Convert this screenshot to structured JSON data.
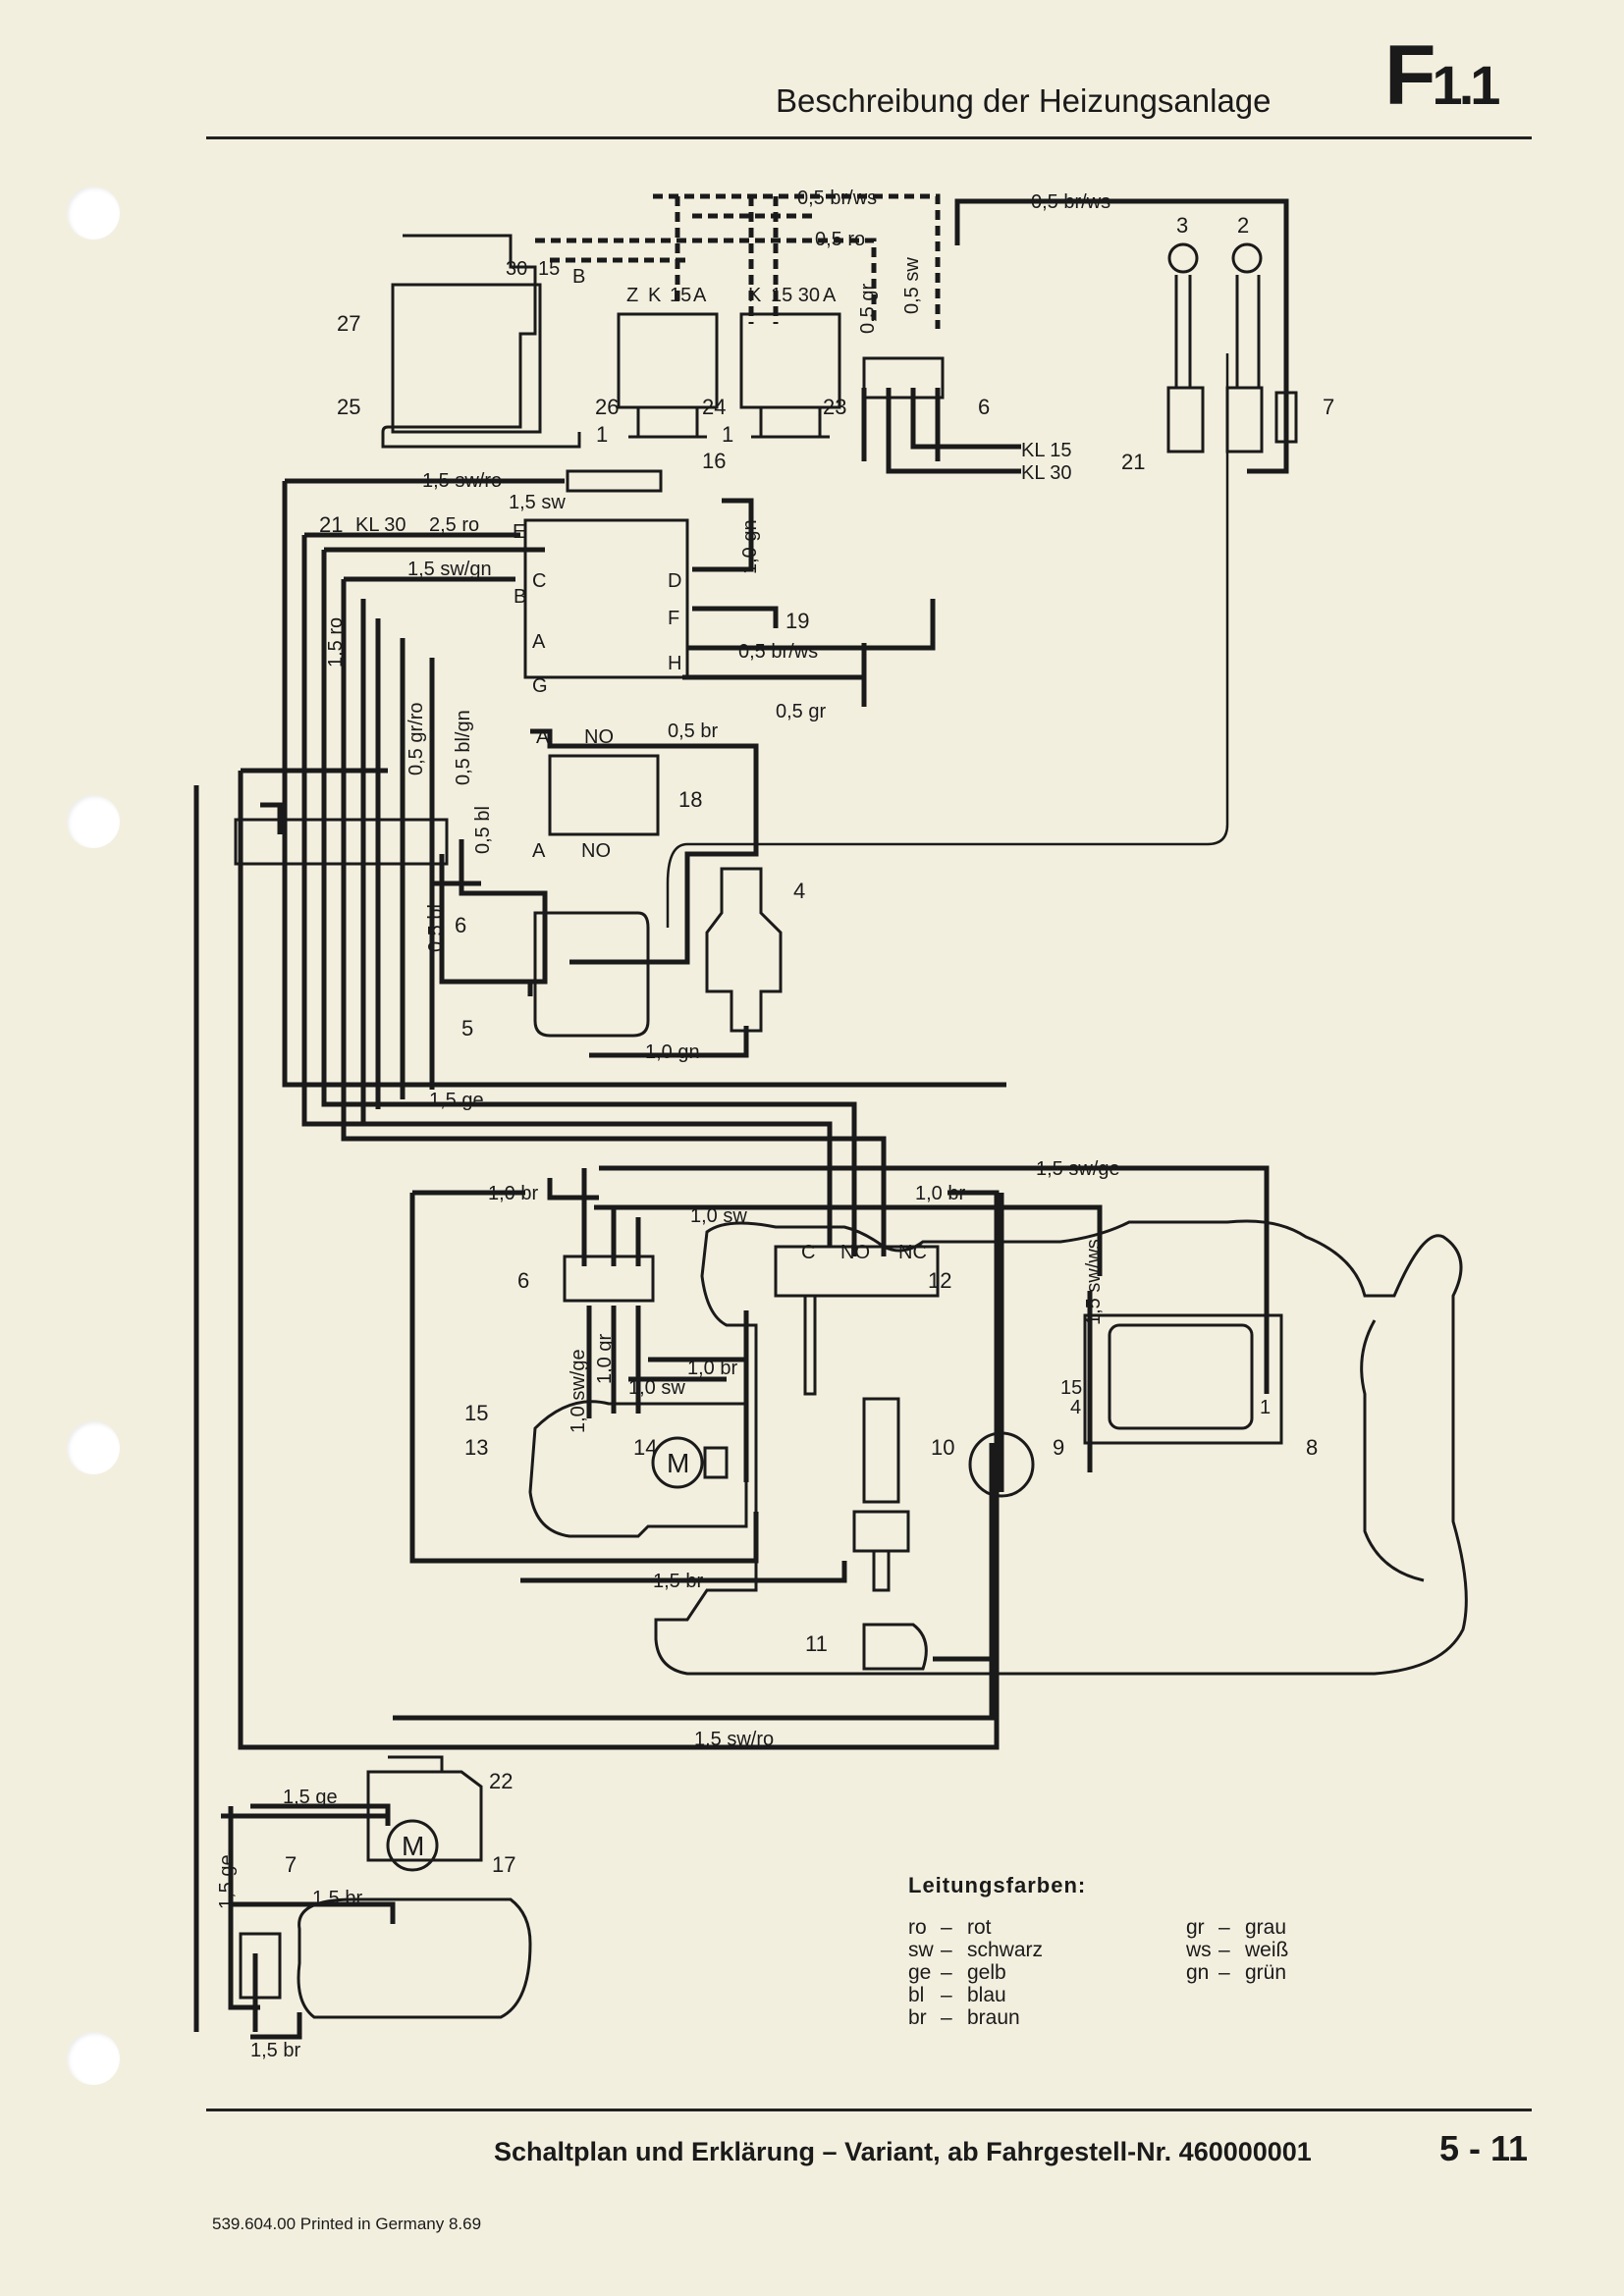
{
  "header": {
    "title": "Beschreibung der Heizungsanlage",
    "section_letter": "F",
    "section_number": "1.1"
  },
  "footer": {
    "caption": "Schaltplan und Erklärung – Variant, ab Fahrgestell-Nr. 460000001",
    "page": "5 - 11",
    "print_note": "539.604.00 Printed in Germany 8.69"
  },
  "legend": {
    "title": "Leitungsfarben:",
    "left": [
      {
        "code": "ro",
        "name": "rot"
      },
      {
        "code": "sw",
        "name": "schwarz"
      },
      {
        "code": "ge",
        "name": "gelb"
      },
      {
        "code": "bl",
        "name": "blau"
      },
      {
        "code": "br",
        "name": "braun"
      }
    ],
    "right": [
      {
        "code": "gr",
        "name": "grau"
      },
      {
        "code": "ws",
        "name": "weiß"
      },
      {
        "code": "gn",
        "name": "grün"
      }
    ]
  },
  "wire_labels": {
    "w1": "0,5 br/ws",
    "w2": "0,5 br/ws",
    "w3": "0,5 ro",
    "w4": "0,5 gr",
    "w5": "0,5 sw",
    "w6": "1,5 sw/ro",
    "w7": "1,5 sw",
    "w8": "2,5 ro",
    "w9": "1,5 sw/gn",
    "w10": "1,0 gn",
    "w11": "0,5 br/ws",
    "w12": "0,5 gr",
    "w13": "0,5 br",
    "w14": "1,5 ro",
    "w15": "0,5 gr/ro",
    "w16": "0,5 bl/gn",
    "w17": "0,5 bl",
    "w18": "0,5 bl",
    "w19": "1,0 gn",
    "w20": "1,5 ge",
    "w21": "1,5 sw/ge",
    "w22": "1,0 br",
    "w23": "1,0 br",
    "w24": "1,0 sw",
    "w25": "1,5 sw/ws",
    "w26": "1,0 sw/ge",
    "w27": "1,0 gr",
    "w28": "1,0 br",
    "w29": "1,0 sw",
    "w30": "1,5 br",
    "w31": "1,5 sw/ro",
    "w32": "1,5 ge",
    "w33": "1,5 ge",
    "w34": "1,5 br",
    "w35": "1,5 br"
  },
  "terminal_labels": {
    "t30": "30",
    "t15": "15",
    "tB": "B",
    "z": "Z",
    "k": "K",
    "k15": "15",
    "a": "A",
    "k2": "K",
    "k1530": "15 30",
    "a2": "A",
    "kl15": "KL 15",
    "kl30": "KL 30",
    "kl30b": "KL 30",
    "E": "E",
    "C": "C",
    "B2": "B",
    "A3": "A",
    "G": "G",
    "D": "D",
    "F": "F",
    "H": "H",
    "A4": "A",
    "NO1": "NO",
    "A5": "A",
    "NO2": "NO",
    "Cnc": "C",
    "NOnc": "NO",
    "NC": "NC",
    "t15b": "15",
    "t4": "4",
    "t1": "1"
  },
  "part_numbers": {
    "p1": "1",
    "p1b": "1",
    "p2": "2",
    "p3": "3",
    "p4": "4",
    "p5": "5",
    "p6a": "6",
    "p6b": "6",
    "p6c": "6",
    "p7a": "7",
    "p7b": "7",
    "p8": "8",
    "p9": "9",
    "p10": "10",
    "p11": "11",
    "p12": "12",
    "p13": "13",
    "p14": "14",
    "p15": "15",
    "p16": "16",
    "p17": "17",
    "p18": "18",
    "p19": "19",
    "p21a": "21",
    "p21b": "21",
    "p22": "22",
    "p23": "23",
    "p24": "24",
    "p25": "25",
    "p26": "26",
    "p27": "27"
  },
  "motor_symbol": "M"
}
